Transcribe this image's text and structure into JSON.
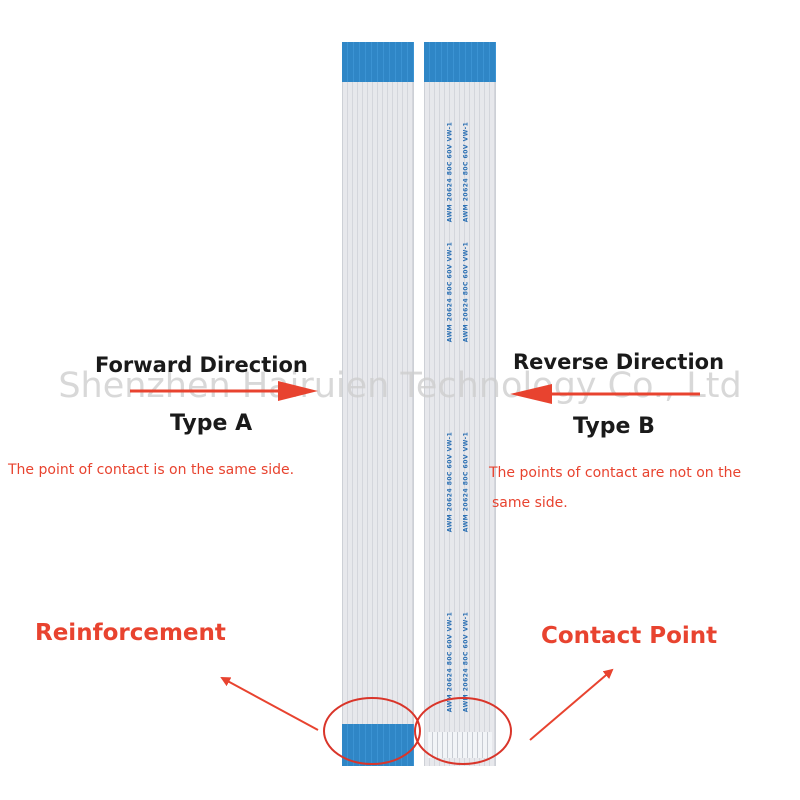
{
  "watermark": "Shenzhen Hairuien Technology Co., Ltd",
  "type_a": {
    "title": "Forward Direction",
    "subtitle": "Type A",
    "note": "The point of contact is on the same side."
  },
  "type_b": {
    "title": "Reverse Direction",
    "subtitle": "Type B",
    "note_line1": "The points of contact are not on the",
    "note_line2": "same side."
  },
  "callouts": {
    "reinforcement": "Reinforcement",
    "contact_point": "Contact Point"
  },
  "cable_print": {
    "col1": "AWM 20624 80C 60V VW-1",
    "col2": "AWM 20624 80C 60V VW-1"
  },
  "colors": {
    "accent_red": "#e8432f",
    "tab_blue": "#2f86c6",
    "cable_gray": "#e7e8ec",
    "print_blue": "#2a6fb3"
  }
}
